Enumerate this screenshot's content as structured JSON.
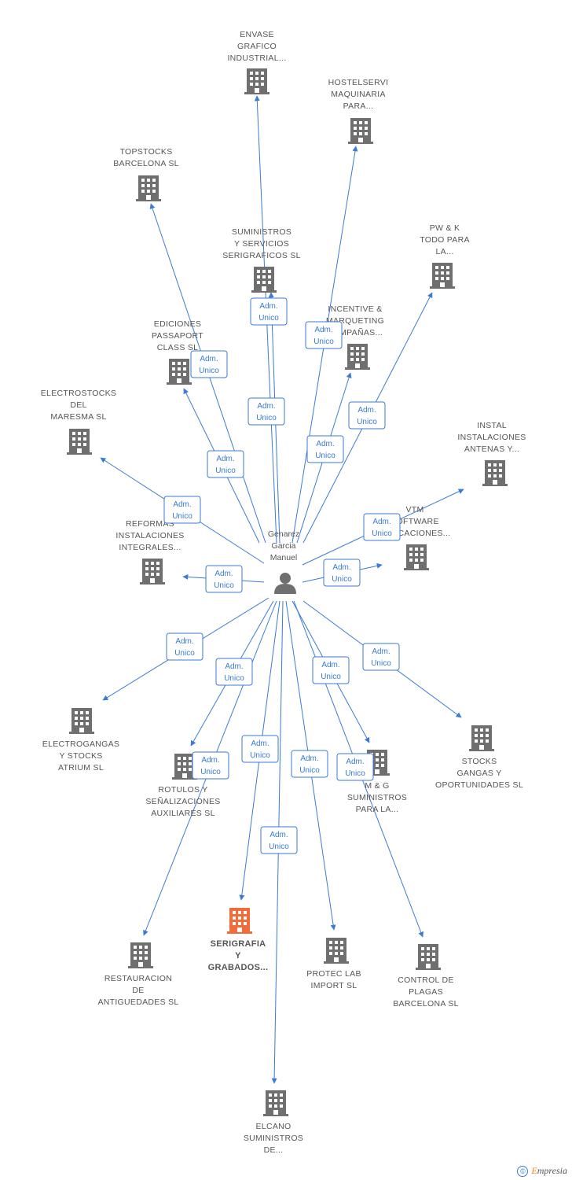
{
  "colors": {
    "edge": "#3a7bd5",
    "building": "#6f6f6f",
    "building_highlight": "#f26b3a",
    "badge_bg": "#ffffff",
    "badge_border": "#3a7bd5"
  },
  "person": {
    "name_lines": [
      "Genarez",
      "Garcia",
      "Manuel"
    ],
    "icon": "person-icon"
  },
  "relation_label": [
    "Adm.",
    "Unico"
  ],
  "companies": [
    {
      "id": "envase",
      "lines": [
        "ENVASE",
        "GRAFICO",
        "INDUSTRIAL..."
      ]
    },
    {
      "id": "hostelservi",
      "lines": [
        "HOSTELSERVI",
        "MAQUINARIA",
        "PARA..."
      ]
    },
    {
      "id": "topstocks",
      "lines": [
        "TOPSTOCKS",
        "BARCELONA SL"
      ]
    },
    {
      "id": "suministros-servicios",
      "lines": [
        "SUMINISTROS",
        "Y SERVICIOS",
        "SERIGRAFICOS SL"
      ]
    },
    {
      "id": "pwk",
      "lines": [
        "PW & K",
        "TODO PARA",
        "LA..."
      ]
    },
    {
      "id": "incentive",
      "lines": [
        "INCENTIVE &",
        "MARQUETING",
        "CAMPAÑAS..."
      ]
    },
    {
      "id": "ediciones",
      "lines": [
        "EDICIONES",
        "PASSAPORT",
        "CLASS SL"
      ]
    },
    {
      "id": "electrostocks",
      "lines": [
        "ELECTROSTOCKS",
        "DEL",
        "MARESMA SL"
      ]
    },
    {
      "id": "instal",
      "lines": [
        "INSTAL",
        "INSTALACIONES",
        "ANTENAS Y..."
      ]
    },
    {
      "id": "vtm",
      "lines": [
        "VTM",
        "SOFTWARE",
        "APLICACIONES..."
      ]
    },
    {
      "id": "reformas",
      "lines": [
        "REFORMAS",
        "INSTALACIONES",
        "INTEGRALES..."
      ]
    },
    {
      "id": "electrogangas",
      "lines": [
        "ELECTROGANGAS",
        "Y STOCKS",
        "ATRIUM SL"
      ]
    },
    {
      "id": "rotulos",
      "lines": [
        "ROTULOS Y",
        "SEÑALIZACIONES",
        "AUXILIARES SL"
      ]
    },
    {
      "id": "mg",
      "lines": [
        "M & G",
        "SUMINISTROS",
        "PARA LA..."
      ]
    },
    {
      "id": "stocks-gangas",
      "lines": [
        "STOCKS",
        "GANGAS Y",
        "OPORTUNIDADES SL"
      ]
    },
    {
      "id": "restauracion",
      "lines": [
        "RESTAURACION",
        "DE",
        "ANTIGUEDADES SL"
      ]
    },
    {
      "id": "serigrafia",
      "lines": [
        "SERIGRAFIA",
        "Y",
        "GRABADOS..."
      ],
      "highlight": true
    },
    {
      "id": "protec",
      "lines": [
        "PROTEC LAB",
        "IMPORT SL"
      ]
    },
    {
      "id": "control",
      "lines": [
        "CONTROL DE",
        "PLAGAS",
        "BARCELONA SL"
      ]
    },
    {
      "id": "elcano",
      "lines": [
        "ELCANO",
        "SUMINISTROS",
        "DE..."
      ]
    }
  ],
  "copyright": {
    "symbol": "©",
    "brand_initial": "E",
    "brand_rest": "mpresia"
  }
}
